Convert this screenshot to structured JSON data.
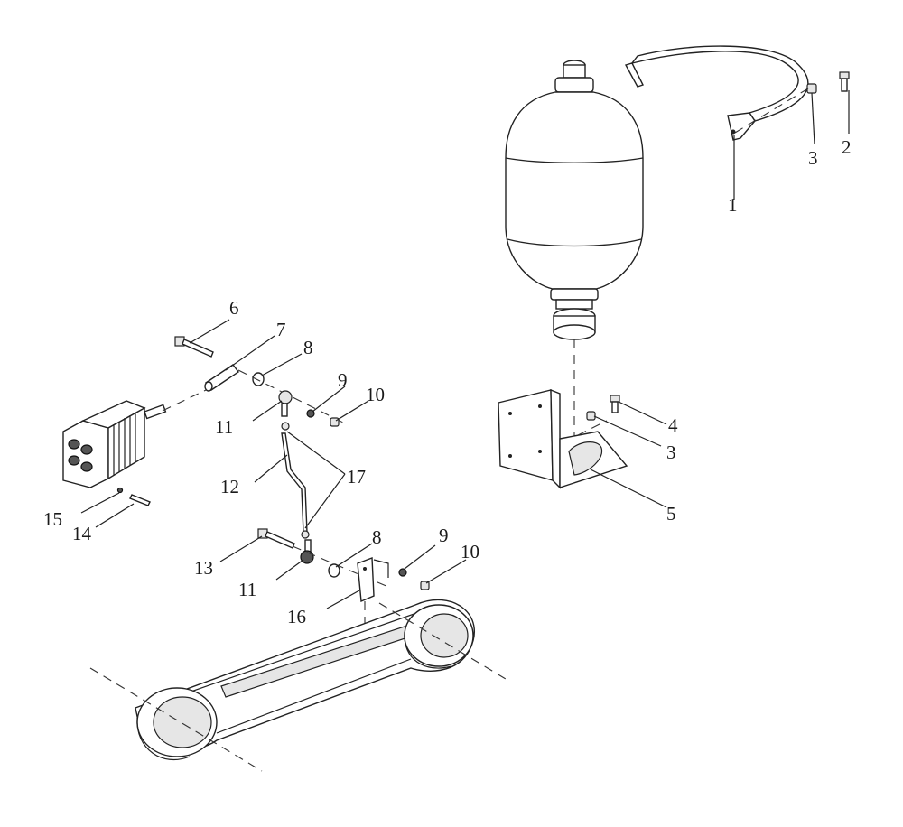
{
  "callouts": [
    {
      "id": "c1",
      "text": "1"
    },
    {
      "id": "c2",
      "text": "2"
    },
    {
      "id": "c3a",
      "text": "3"
    },
    {
      "id": "c3b",
      "text": "3"
    },
    {
      "id": "c4",
      "text": "4"
    },
    {
      "id": "c5",
      "text": "5"
    },
    {
      "id": "c6",
      "text": "6"
    },
    {
      "id": "c7",
      "text": "7"
    },
    {
      "id": "c8a",
      "text": "8"
    },
    {
      "id": "c8b",
      "text": "8"
    },
    {
      "id": "c9a",
      "text": "9"
    },
    {
      "id": "c9b",
      "text": "9"
    },
    {
      "id": "c10a",
      "text": "10"
    },
    {
      "id": "c10b",
      "text": "10"
    },
    {
      "id": "c11a",
      "text": "11"
    },
    {
      "id": "c11b",
      "text": "11"
    },
    {
      "id": "c12",
      "text": "12"
    },
    {
      "id": "c13",
      "text": "13"
    },
    {
      "id": "c14",
      "text": "14"
    },
    {
      "id": "c15",
      "text": "15"
    },
    {
      "id": "c16",
      "text": "16"
    },
    {
      "id": "c17",
      "text": "17"
    }
  ],
  "colors": {
    "line": "#222222",
    "shade": "#e6e6e6",
    "background": "#ffffff"
  }
}
